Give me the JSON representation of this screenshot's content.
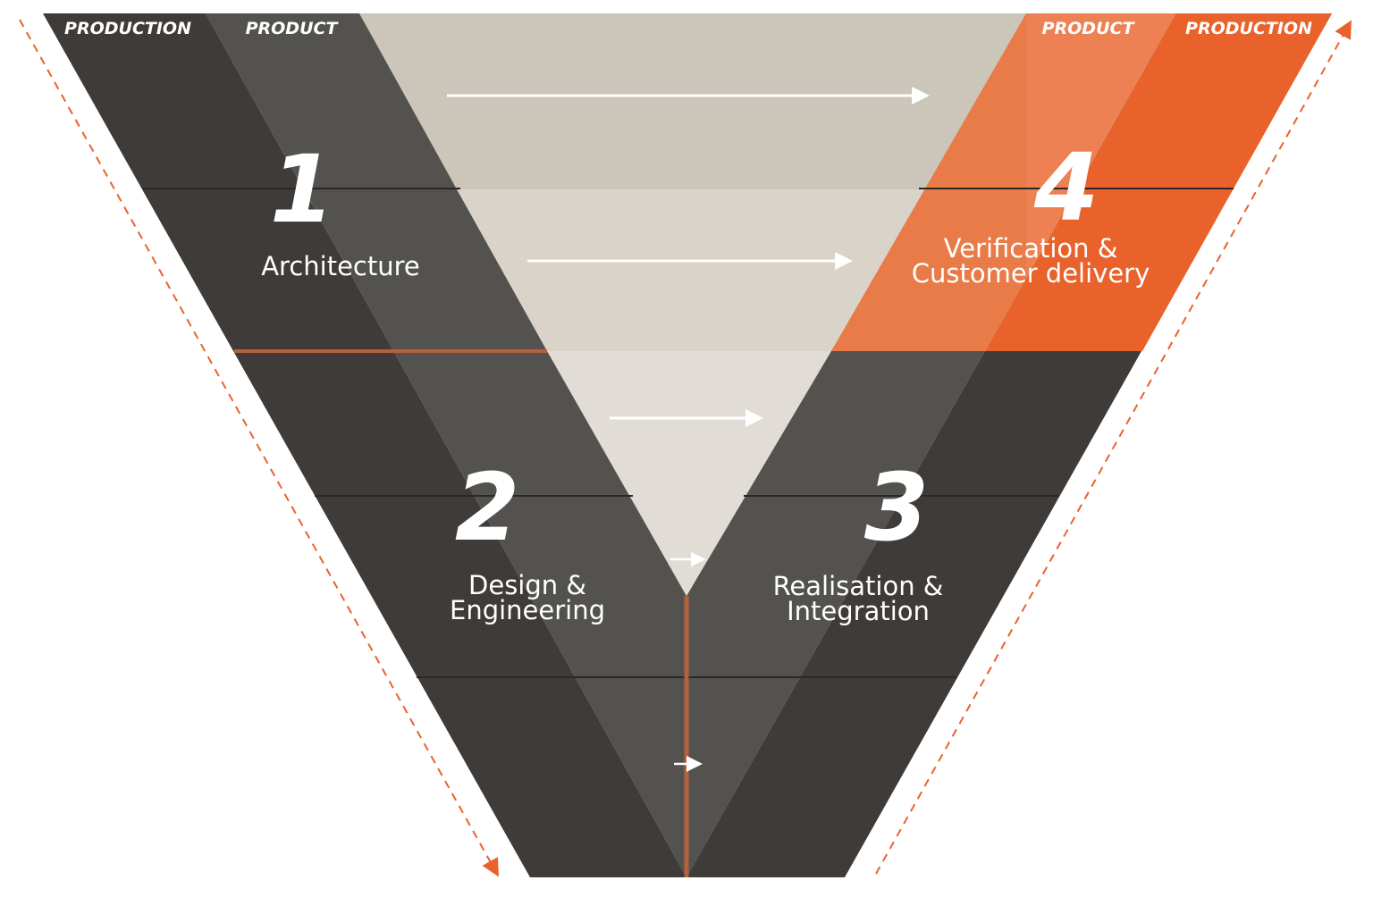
{
  "headers": {
    "left_outer": "PRODUCTION",
    "left_inner": "PRODUCT",
    "right_inner": "PRODUCT",
    "right_outer": "PRODUCTION"
  },
  "phases": [
    {
      "number": "1",
      "label_line1": "Architecture",
      "label_line2": ""
    },
    {
      "number": "2",
      "label_line1": "Design &",
      "label_line2": "Engineering"
    },
    {
      "number": "3",
      "label_line1": "Realisation &",
      "label_line2": "Integration"
    },
    {
      "number": "4",
      "label_line1": "Verification &",
      "label_line2": "Customer delivery"
    }
  ],
  "colors": {
    "dark": "#3e3b38",
    "mid_dark": "#54524e",
    "light_top": "#ccc5b9",
    "light_band": "#d9d3c9",
    "light_bottom": "#e1ddd6",
    "orange_light": "#e87b48",
    "orange_pale": "#f08458",
    "orange": "#e9622b",
    "accent_line": "#b5613d"
  }
}
